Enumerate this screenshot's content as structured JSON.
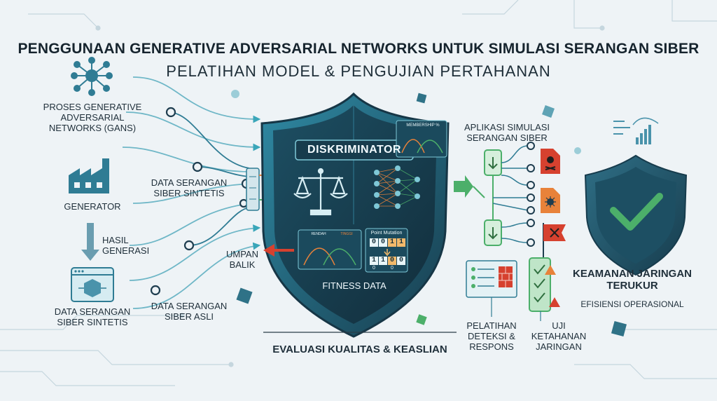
{
  "title": "PENGGUNAAN GENERATIVE ADVERSARIAL NETWORKS UNTUK SIMULASI SERANGAN SIBER",
  "subtitle": "PELATIHAN MODEL & PENGUJIAN PERTAHANAN",
  "left": {
    "gan_process": "PROSES GENERATIVE ADVERSARIAL NETWORKS (GANs)",
    "generator": "GENERATOR",
    "generated_output": "HASIL GENERASI",
    "synthetic_data": "DATA SERANGAN SIBER SINTETIS"
  },
  "middle": {
    "synthetic_data": "DATA SERANGAN SIBER SINTETIS",
    "real_data": "DATA SERANGAN SIBER ASLI",
    "feedback": "UMPAN BALIK"
  },
  "shield": {
    "discriminator": "DISKRIMINATOR",
    "membership": "MEMBERSHIP %",
    "mini_chart_left": "RENDAH",
    "mini_chart_right": "TINGGI",
    "point_mutation": "Point Mutation",
    "bits_top": [
      "0",
      "0",
      "1",
      "1"
    ],
    "bits_bottom": [
      "1",
      "1",
      "0",
      "0"
    ],
    "bit_marks": [
      "0",
      "0"
    ],
    "fitness": "FITNESS DATA"
  },
  "evaluation": "EVALUASI KUALITAS & KEASLIAN",
  "right": {
    "app_simulation": "APLIKASI SIMULASI SERANGAN SIBER",
    "detection_training": "PELATIHAN DETEKSI & RESPONS",
    "resilience_test": "UJI KETAHANAN JARINGAN",
    "security": "KEAMANAN JARINGAN TERUKUR",
    "efficiency": "EFISIENSI OPERASIONAL"
  },
  "colors": {
    "accent_teal": "#1f9bb0",
    "shield_dark": "#173c4d",
    "green": "#4caf6a",
    "red": "#d6412f",
    "orange": "#e8823a"
  }
}
